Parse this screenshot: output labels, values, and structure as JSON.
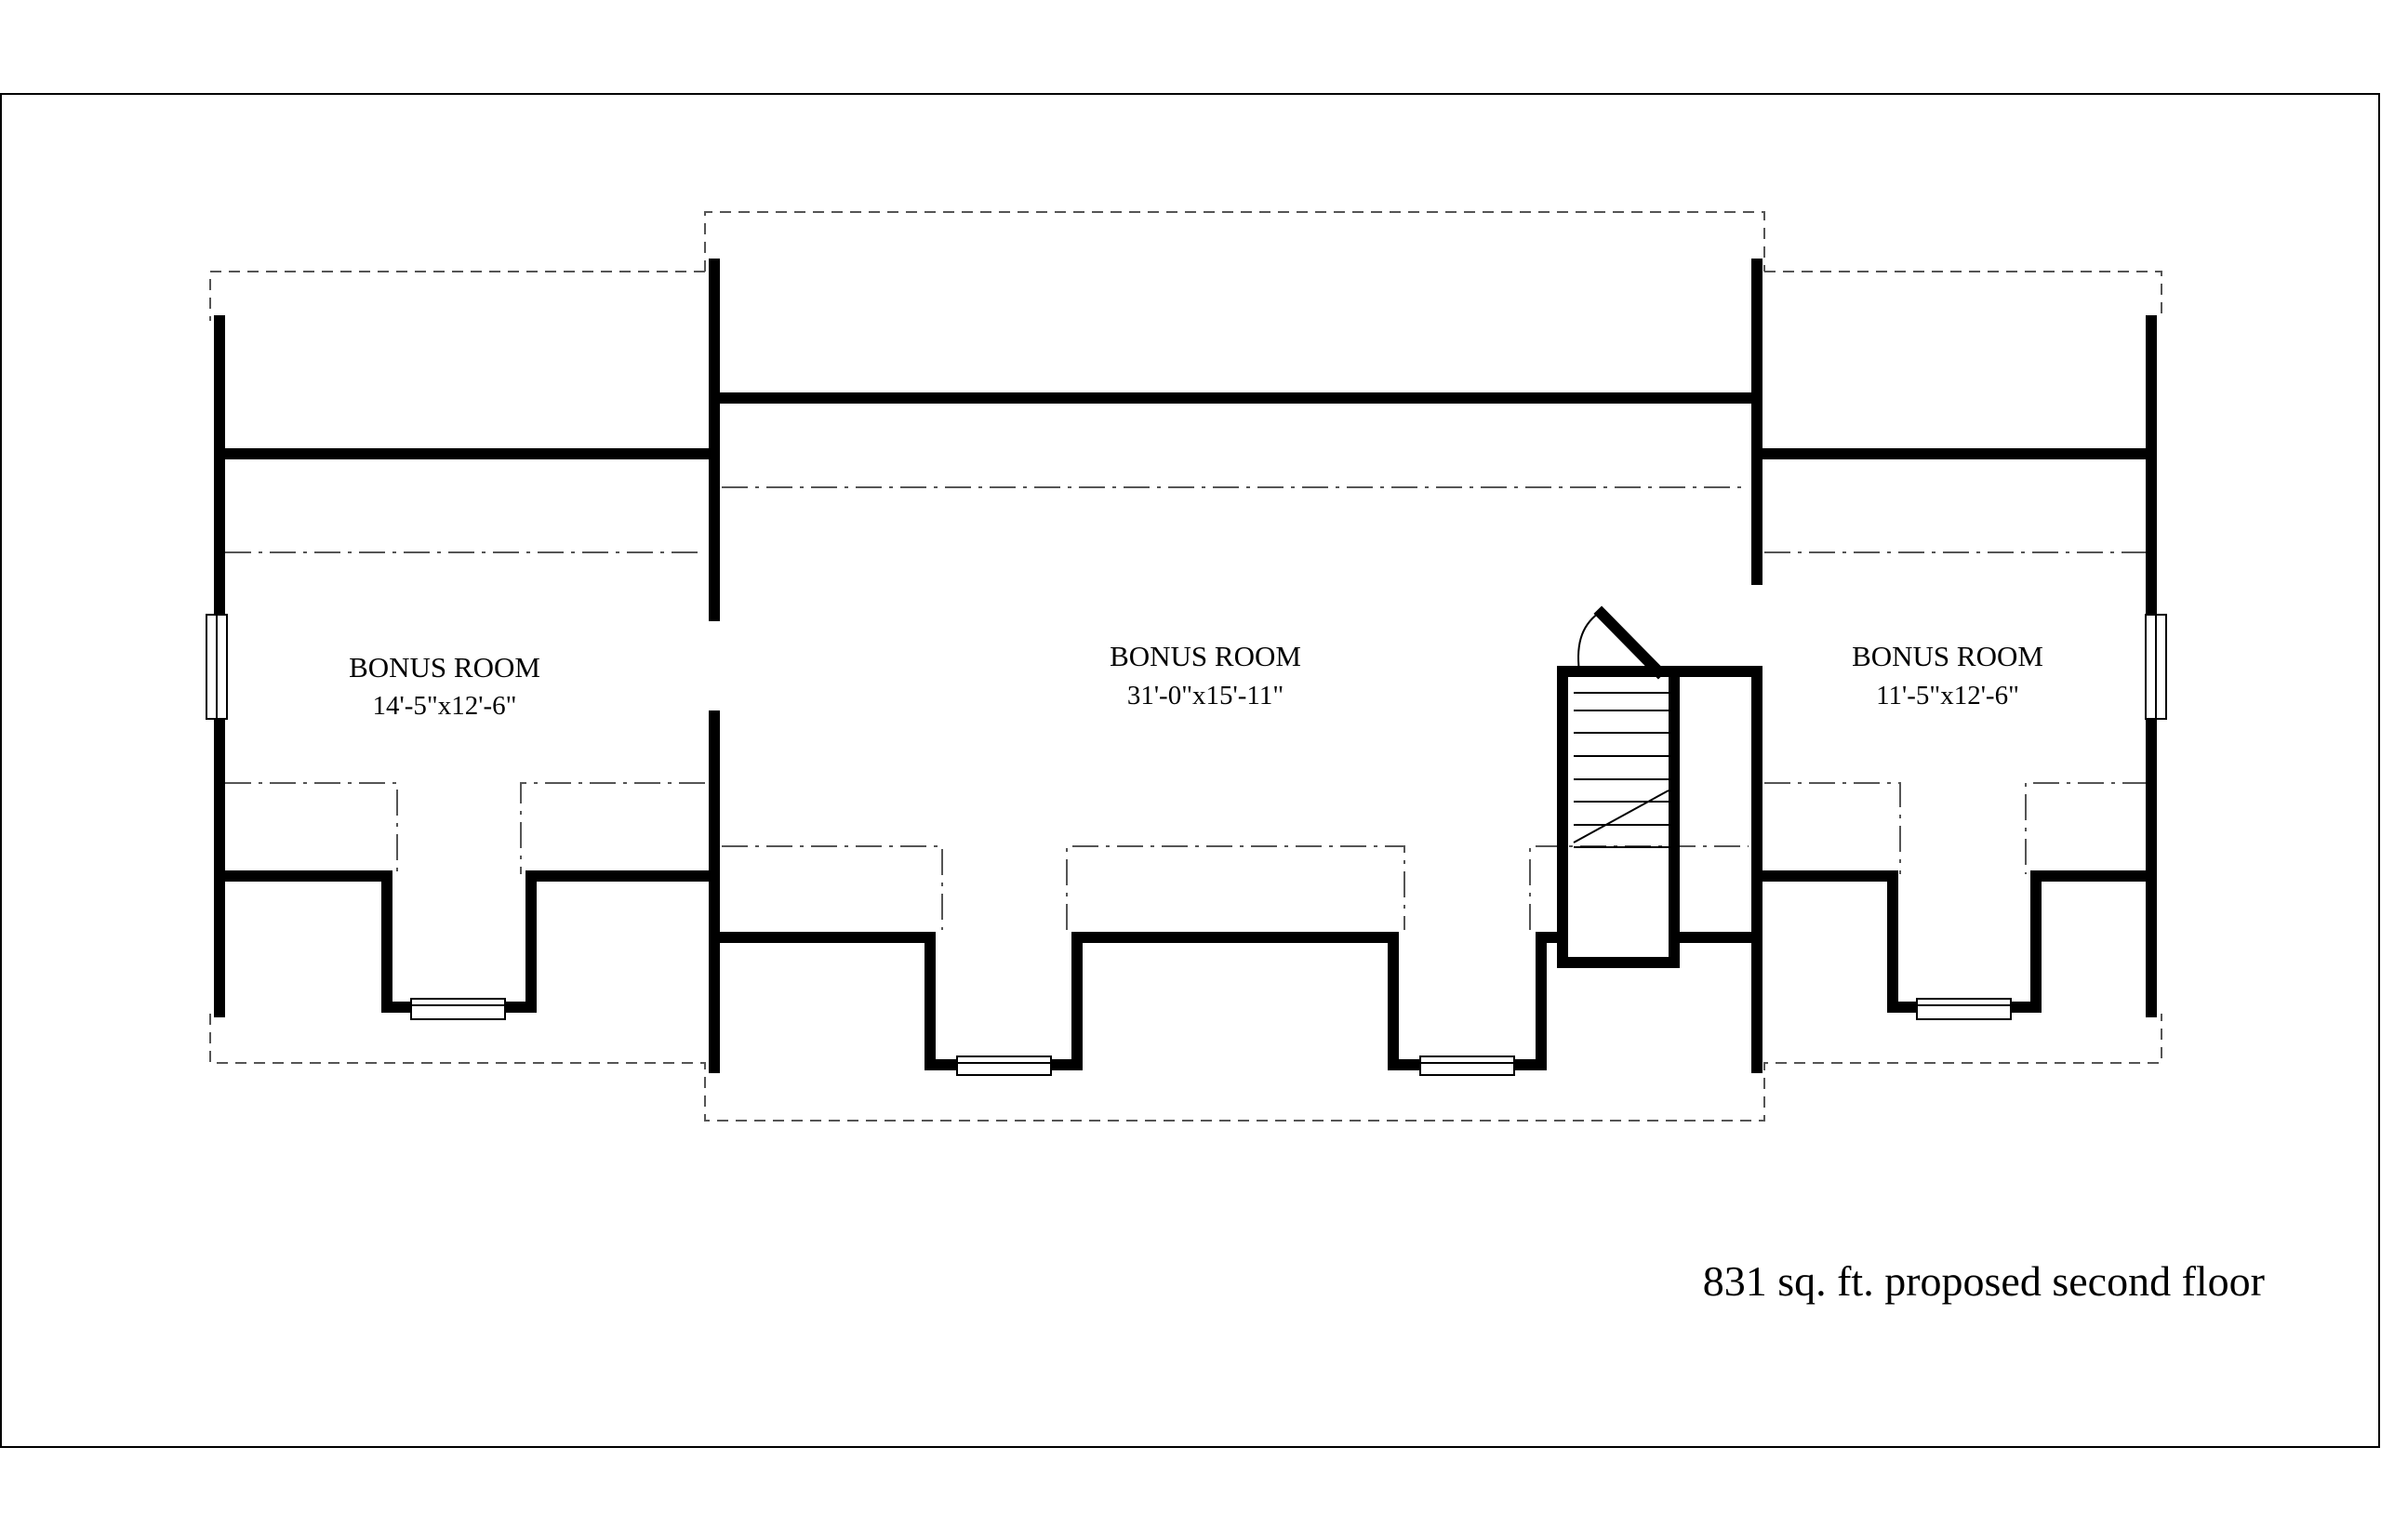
{
  "rooms": [
    {
      "name": "BONUS ROOM",
      "dimensions": "14'-5\"x12'-6\""
    },
    {
      "name": "BONUS ROOM",
      "dimensions": "31'-0\"x15'-11\""
    },
    {
      "name": "BONUS ROOM",
      "dimensions": "11'-5\"x12'-6\""
    }
  ],
  "caption": "831 sq. ft. proposed second floor"
}
